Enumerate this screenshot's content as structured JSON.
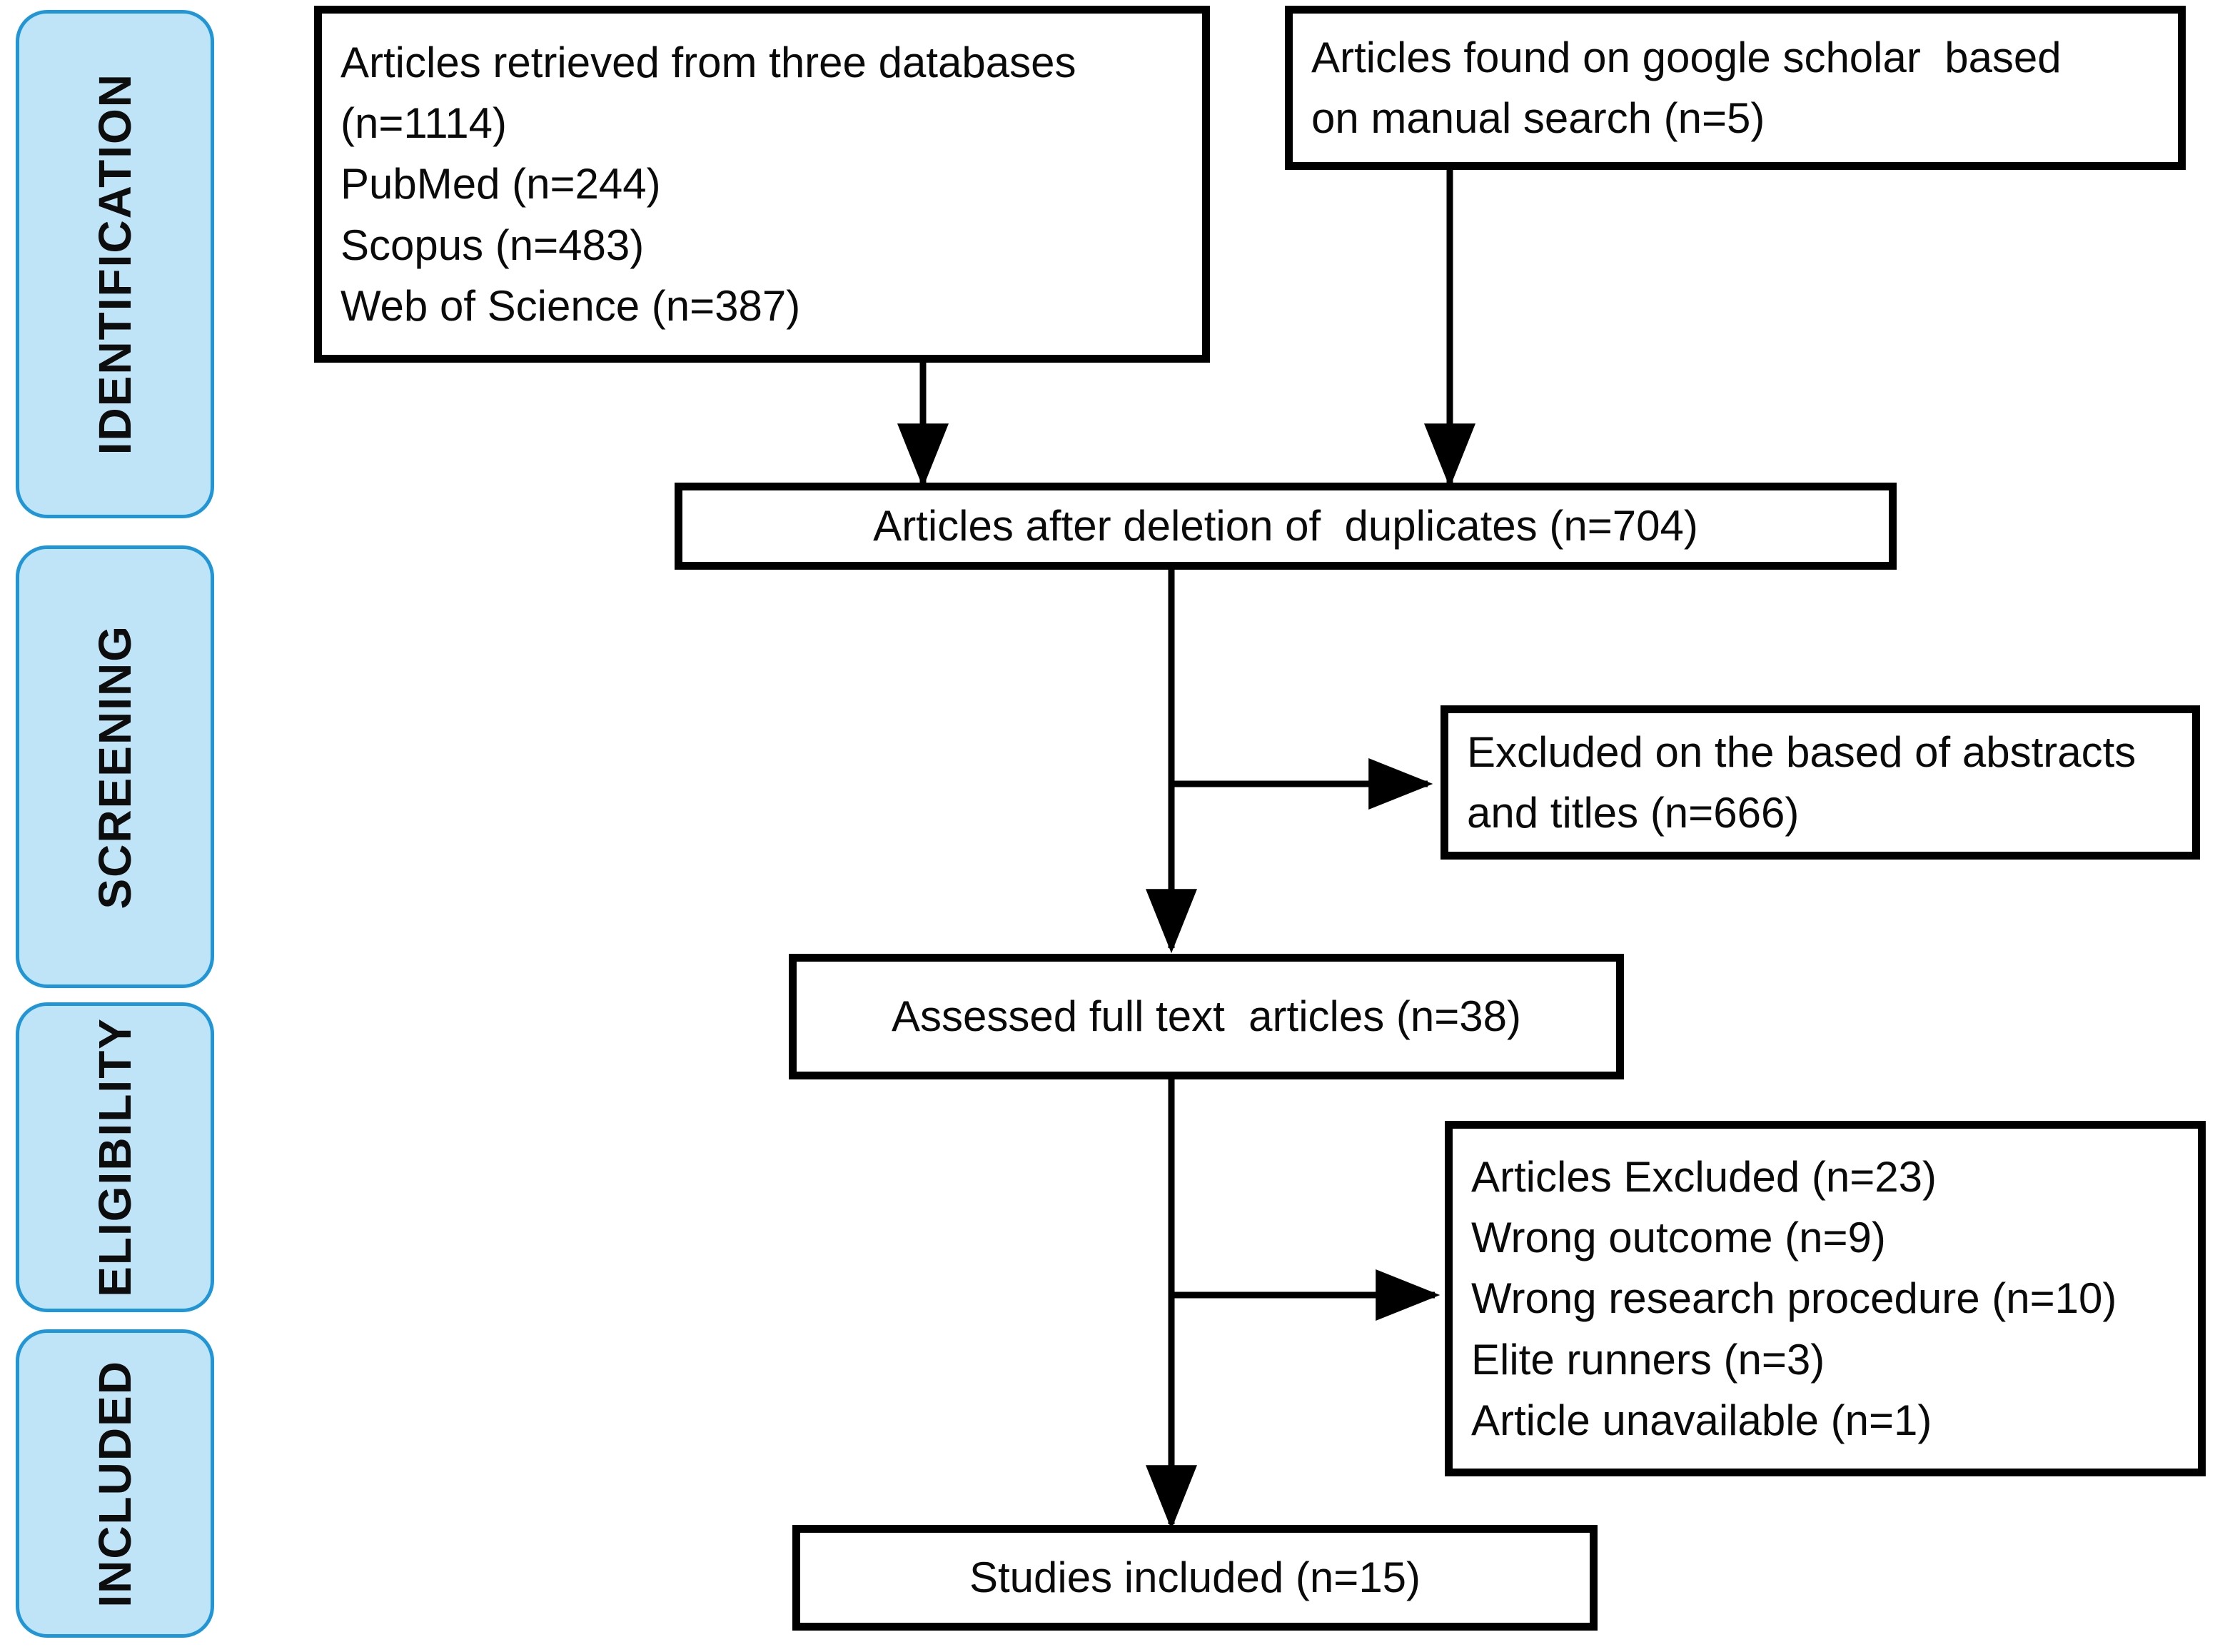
{
  "diagram": {
    "title": "PRISMA flow diagram",
    "colors": {
      "stage_fill": "#bfe4f7",
      "stage_border": "#2196d6",
      "box_border": "#000000",
      "box_fill": "#ffffff",
      "text": "#0a0a0a"
    }
  },
  "stages": [
    {
      "id": "identification",
      "label": "IDENTIFICATION"
    },
    {
      "id": "screening",
      "label": "SCREENING"
    },
    {
      "id": "eligibility",
      "label": "ELIGIBILITY"
    },
    {
      "id": "included",
      "label": "INCLUDED"
    }
  ],
  "boxes": {
    "databases": {
      "id": "articles-retrieved-databases",
      "lines": [
        "Articles retrieved from three databases",
        "(n=1114)",
        "PubMed (n=244)",
        "Scopus (n=483)",
        "Web of Science (n=387)"
      ]
    },
    "manual": {
      "id": "articles-google-scholar",
      "lines": [
        "Articles found on google scholar  based",
        "on manual search (n=5)"
      ]
    },
    "duplicates": {
      "id": "articles-after-duplicates",
      "lines": [
        "Articles after deletion of  duplicates (n=704)"
      ]
    },
    "excluded_abstracts": {
      "id": "excluded-abstracts-titles",
      "lines": [
        "Excluded on the based of abstracts",
        "and titles (n=666)"
      ]
    },
    "full_text": {
      "id": "assessed-full-text-articles",
      "lines": [
        "Assessed full text  articles (n=38)"
      ]
    },
    "articles_excluded": {
      "id": "articles-excluded-reasons",
      "lines": [
        "Articles Excluded (n=23)",
        "Wrong outcome (n=9)",
        "Wrong research procedure (n=10)",
        "Elite runners (n=3)",
        "Article unavailable (n=1)"
      ]
    },
    "studies_included": {
      "id": "studies-included",
      "lines": [
        "Studies included (n=15)"
      ]
    }
  },
  "counts": {
    "total_retrieved": 1114,
    "pubmed": 244,
    "scopus": 483,
    "web_of_science": 387,
    "manual_google_scholar": 5,
    "after_duplicates": 704,
    "excluded_abstracts_titles": 666,
    "assessed_full_text": 38,
    "articles_excluded_total": 23,
    "wrong_outcome": 9,
    "wrong_research_procedure": 10,
    "elite_runners": 3,
    "article_unavailable": 1,
    "studies_included": 15
  }
}
